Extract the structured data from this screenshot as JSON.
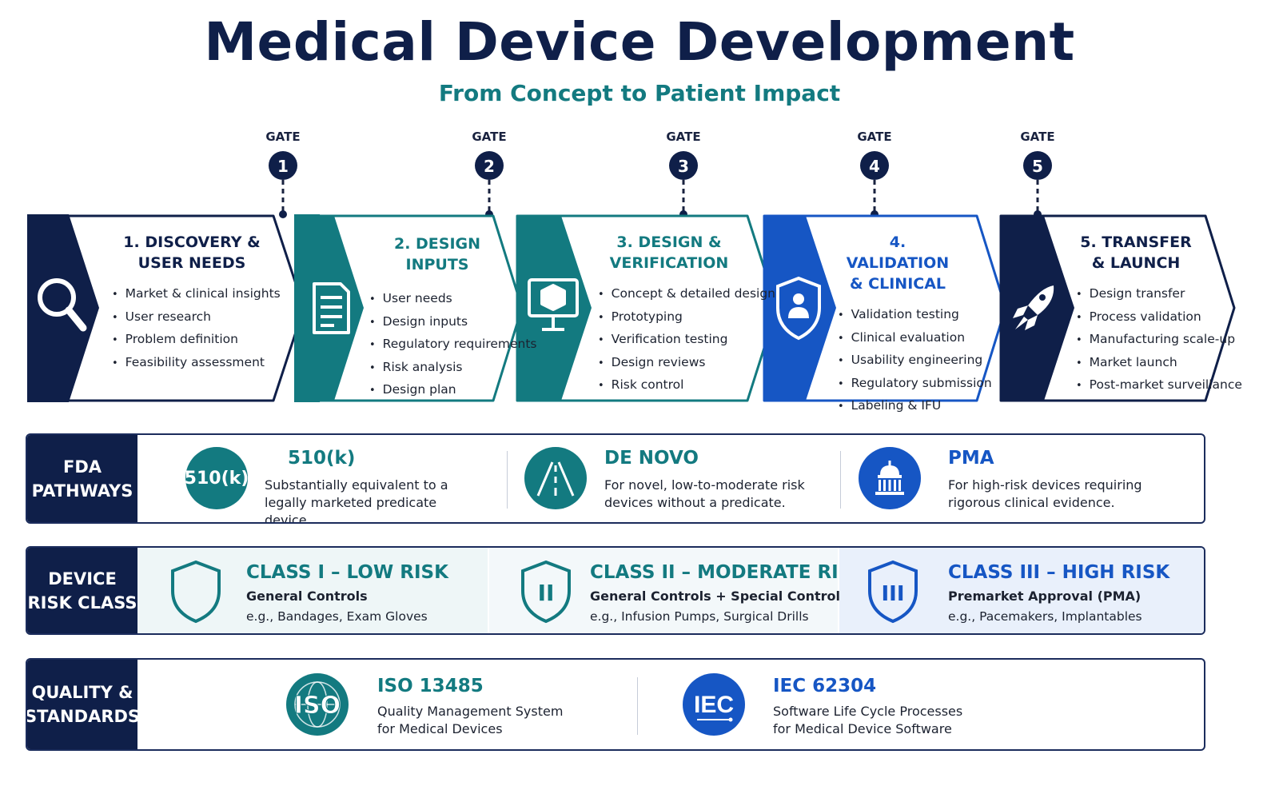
{
  "title": "Medical Device Development",
  "subtitle": "From Concept to Patient Impact",
  "colors": {
    "navy": "#0f1f49",
    "teal": "#137a80",
    "blue": "#1656c4",
    "white": "#ffffff"
  },
  "gates": [
    {
      "label": "GATE",
      "number": "1"
    },
    {
      "label": "GATE",
      "number": "2"
    },
    {
      "label": "GATE",
      "number": "3"
    },
    {
      "label": "GATE",
      "number": "4"
    },
    {
      "label": "GATE",
      "number": "5"
    }
  ],
  "phases": [
    {
      "title": "1. DISCOVERY & USER NEEDS",
      "icon": "magnifier-icon",
      "items": [
        "Market & clinical insights",
        "User research",
        "Problem definition",
        "Feasibility assessment"
      ]
    },
    {
      "title": "2. DESIGN INPUTS",
      "icon": "document-icon",
      "items": [
        "User needs",
        "Design inputs",
        "Regulatory requirements",
        "Risk analysis",
        "Design plan"
      ]
    },
    {
      "title": "3. DESIGN & VERIFICATION",
      "icon": "monitor-cube-icon",
      "items": [
        "Concept & detailed design",
        "Prototyping",
        "Verification testing",
        "Design reviews",
        "Risk control"
      ]
    },
    {
      "title": "4. VALIDATION & CLINICAL",
      "icon": "shield-user-icon",
      "items": [
        "Validation testing",
        "Clinical evaluation",
        "Usability engineering",
        "Regulatory submission",
        "Labeling & IFU"
      ]
    },
    {
      "title": "5. TRANSFER & LAUNCH",
      "icon": "rocket-icon",
      "items": [
        "Design transfer",
        "Process validation",
        "Manufacturing scale-up",
        "Market launch",
        "Post-market surveillance"
      ]
    }
  ],
  "fda": {
    "label": "FDA PATHWAYS",
    "pathways": [
      {
        "badge": "510(k)",
        "title": "510(k)",
        "description": "Substantially equivalent to a legally marketed predicate device.",
        "icon": "510k-badge-icon"
      },
      {
        "title": "DE NOVO",
        "description": "For novel, low-to-moderate risk devices without a predicate.",
        "icon": "road-icon"
      },
      {
        "title": "PMA",
        "description": "For high-risk devices requiring rigorous clinical evidence.",
        "icon": "capitol-building-icon"
      }
    ]
  },
  "risk": {
    "label": "DEVICE RISK CLASS",
    "classes": [
      {
        "title": "CLASS I – LOW RISK",
        "controls": "General Controls",
        "examples": "e.g., Bandages, Exam Gloves",
        "icon": "shield-icon"
      },
      {
        "title": "CLASS II – MODERATE RISK",
        "controls": "General Controls + Special Controls",
        "examples": "e.g., Infusion Pumps, Surgical Drills",
        "icon": "shield-ii-icon",
        "glyph": "II"
      },
      {
        "title": "CLASS III – HIGH RISK",
        "controls": "Premarket Approval (PMA)",
        "examples": "e.g., Pacemakers, Implantables",
        "icon": "shield-iii-icon",
        "glyph": "III"
      }
    ]
  },
  "quality": {
    "label": "QUALITY & STANDARDS",
    "standards": [
      {
        "badge": "ISO",
        "title": "ISO 13485",
        "description": "Quality Management System for Medical Devices",
        "icon": "iso-globe-icon"
      },
      {
        "badge": "IEC",
        "title": "IEC 62304",
        "description": "Software Life Cycle Processes for Medical Device Software",
        "icon": "iec-icon"
      }
    ]
  }
}
